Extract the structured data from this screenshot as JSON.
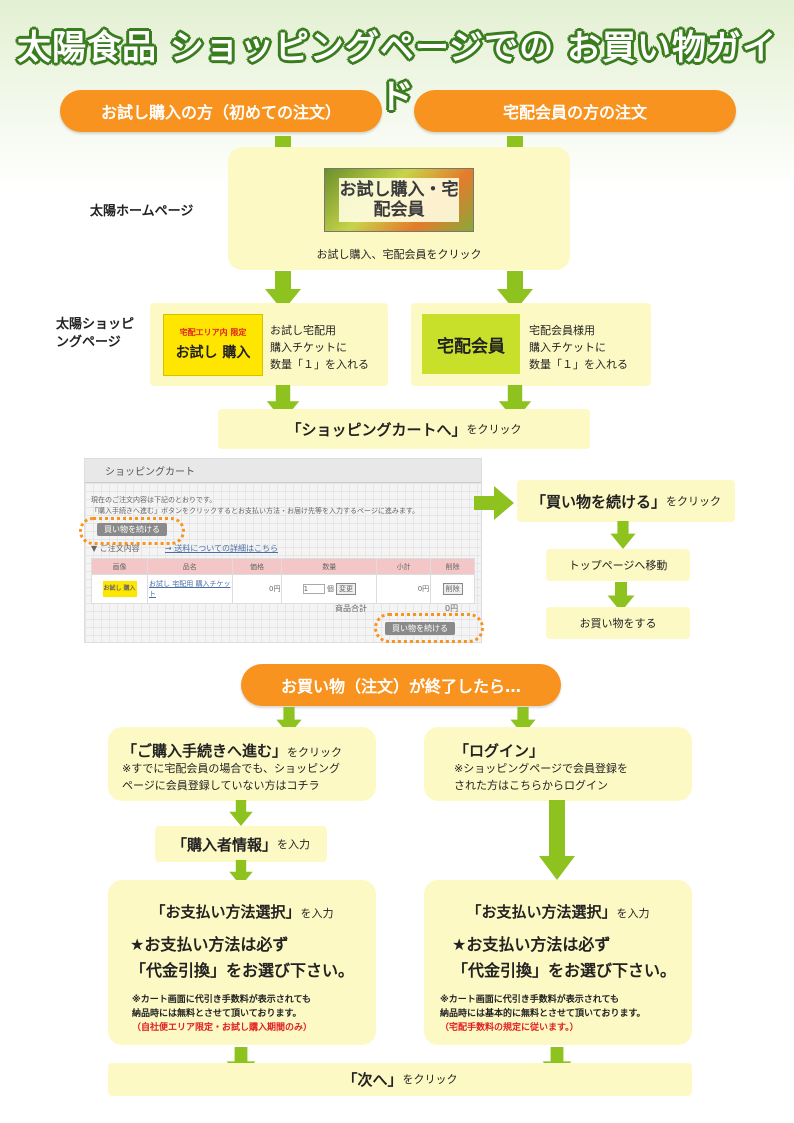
{
  "title": "太陽食品 ショッピングページでの お買い物ガイド",
  "colors": {
    "accent": "#f7931e",
    "green": "#8dc21f",
    "box": "#fdf9c4",
    "red": "#e02020"
  },
  "top_pills": {
    "left": "お試し購入の方（初めての注文）",
    "right": "宅配会員の方の注文"
  },
  "homepage": {
    "side_label": "太陽ホームページ",
    "banner": "お試し購入・宅配会員",
    "caption": "お試し購入、宅配会員をクリック"
  },
  "shopping": {
    "side_label": "太陽ショッピングページ",
    "trial": {
      "badge_small": "宅配エリア内 限定",
      "badge_big": "お試し 購入",
      "line1": "お試し宅配用",
      "line2": "購入チケットに",
      "line3": "数量「１」を入れる"
    },
    "member": {
      "badge": "宅配会員",
      "line1": "宅配会員様用",
      "line2": "購入チケットに",
      "line3": "数量「１」を入れる"
    }
  },
  "cart_step": {
    "bold": "「ショッピングカートへ」",
    "rest": "をクリック"
  },
  "cart": {
    "header": "ショッピングカート",
    "line1": "現在のご注文内容は下記のとおりです。",
    "line2": "「購入手続きへ進む」ボタンをクリックするとお支払い方法・お届け先等を入力するページに進みます。",
    "continue_btn": "買い物を続ける",
    "order_label": "▼ ご注文内容",
    "shipping_link": "→ 送料についての詳細はこちら",
    "columns": [
      "画像",
      "品名",
      "価格",
      "数量",
      "小計",
      "削除"
    ],
    "item": {
      "thumb": "お試し 購入",
      "name": "お試し 宅配用 購入チケット",
      "price": "0円",
      "qty": "1",
      "unit": "個",
      "change": "変更",
      "subtotal": "0円",
      "delete": "削除"
    },
    "total_label": "商品合計",
    "total": "0円",
    "continue_btn2": "買い物を続ける"
  },
  "right_flow": {
    "continue_bold": "「買い物を続ける」",
    "continue_rest": "をクリック",
    "move": "トップページへ移動",
    "shop": "お買い物をする"
  },
  "after_pill": "お買い物（注文）が終了したら…",
  "proceed": {
    "bold": "「ご購入手続きへ進む」",
    "rest": "をクリック",
    "note1": "※すでに宅配会員の場合でも、ショッピング",
    "note2": "ページに会員登録していない方はコチラ"
  },
  "login": {
    "bold": "「ログイン」",
    "note1": "※ショッピングページで会員登録を",
    "note2": "された方はこちらからログイン"
  },
  "buyer": {
    "bold": "「購入者情報」",
    "rest": "を入力"
  },
  "pay_left": {
    "head_bold": "「お支払い方法選択」",
    "head_rest": "を入力",
    "star1": "★お支払い方法は必ず",
    "star2": "「代金引換」をお選び下さい。",
    "note1": "※カート画面に代引き手数料が表示されても",
    "note2": "納品時には無料とさせて頂いております。",
    "note3": "（自社便エリア限定・お試し購入期間のみ）"
  },
  "pay_right": {
    "head_bold": "「お支払い方法選択」",
    "head_rest": "を入力",
    "star1": "★お支払い方法は必ず",
    "star2": "「代金引換」をお選び下さい。",
    "note1": "※カート画面に代引き手数料が表示されても",
    "note2": "納品時には基本的に無料とさせて頂いております。",
    "note3": "（宅配手数料の規定に従います。）"
  },
  "next": {
    "bold": "「次へ」",
    "rest": "をクリック"
  }
}
